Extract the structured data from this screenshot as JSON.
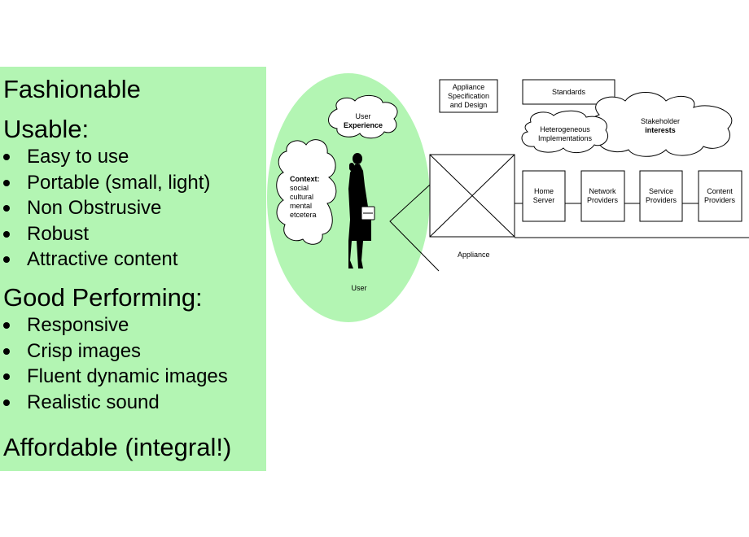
{
  "requirements": {
    "fashionable": "Fashionable",
    "usable": {
      "heading": "Usable:",
      "items": [
        "Easy to use",
        "Portable (small, light)",
        "Non Obstrusive",
        "Robust",
        "Attractive content"
      ]
    },
    "performing": {
      "heading": "Good Performing:",
      "items": [
        "Responsive",
        "Crisp images",
        "Fluent dynamic images",
        "Realistic sound"
      ]
    },
    "affordable": "Affordable (integral!)"
  },
  "diagram": {
    "user_label": "User",
    "experience": {
      "line1": "User",
      "line2": "Experience"
    },
    "context": {
      "title": "Context:",
      "lines": [
        "social",
        "cultural",
        "mental",
        "etcetera"
      ]
    },
    "appliance_spec": {
      "line1": "Appliance",
      "line2": "Specification",
      "line3": "and Design"
    },
    "standards": "Standards",
    "stakeholder": {
      "line1": "Stakeholder",
      "line2": "interests"
    },
    "heterogeneous": {
      "line1": "Heterogeneous",
      "line2": "Implementations"
    },
    "appliance_label": "Appliance",
    "chain": [
      {
        "line1": "Home",
        "line2": "Server"
      },
      {
        "line1": "Network",
        "line2": "Providers"
      },
      {
        "line1": "Service",
        "line2": "Providers"
      },
      {
        "line1": "Content",
        "line2": "Providers"
      }
    ]
  },
  "colors": {
    "panel": "#b3f5b3",
    "ellipse": "#b3f5b3",
    "figure": "#000000"
  }
}
